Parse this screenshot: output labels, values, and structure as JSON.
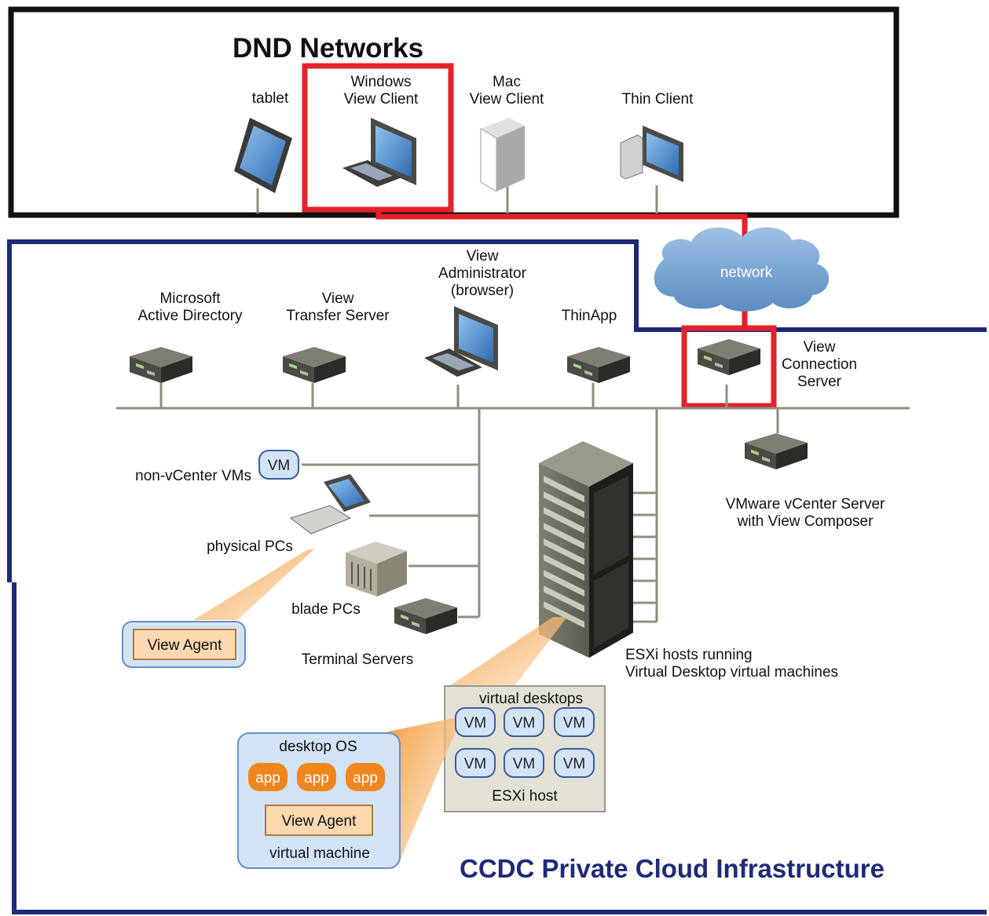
{
  "top_zone": {
    "title": "DND Networks"
  },
  "bottom_zone": {
    "title": "CCDC Private Cloud Infrastructure"
  },
  "clients": {
    "tablet": "tablet",
    "windows": [
      "Windows",
      "View Client"
    ],
    "mac": [
      "Mac",
      "View Client"
    ],
    "thin": "Thin Client"
  },
  "network": "network",
  "servers": {
    "active_directory": [
      "Microsoft",
      "Active Directory"
    ],
    "transfer": [
      "View",
      "Transfer Server"
    ],
    "administrator": [
      "View",
      "Administrator",
      "(browser)"
    ],
    "thinapp": "ThinApp",
    "connection": [
      "View",
      "Connection",
      "Server"
    ],
    "vcenter": [
      "VMware vCenter Server",
      "with View Composer"
    ]
  },
  "desktop_sources": {
    "vm_badge": "VM",
    "non_vcenter": "non-vCenter VMs",
    "physical": "physical PCs",
    "blade": "blade PCs",
    "terminal": "Terminal Servers",
    "view_agent": "View Agent"
  },
  "esxi": {
    "rack_label": [
      "ESXi hosts running",
      "Virtual Desktop virtual machines"
    ],
    "virtual_desktops": "virtual desktops",
    "vm": "VM",
    "host": "ESXi host"
  },
  "virtual_machine": {
    "os": "desktop OS",
    "app": "app",
    "agent": "View Agent",
    "caption": "virtual machine"
  },
  "colors": {
    "highlight": "#e3212a",
    "zone_top": "#111111",
    "zone_bottom": "#1f2a78",
    "cloud": "#6f9fcf",
    "bus": "#8f8f7e",
    "vm_fill": "#d3e3f6",
    "app_fill": "#f0861e"
  }
}
